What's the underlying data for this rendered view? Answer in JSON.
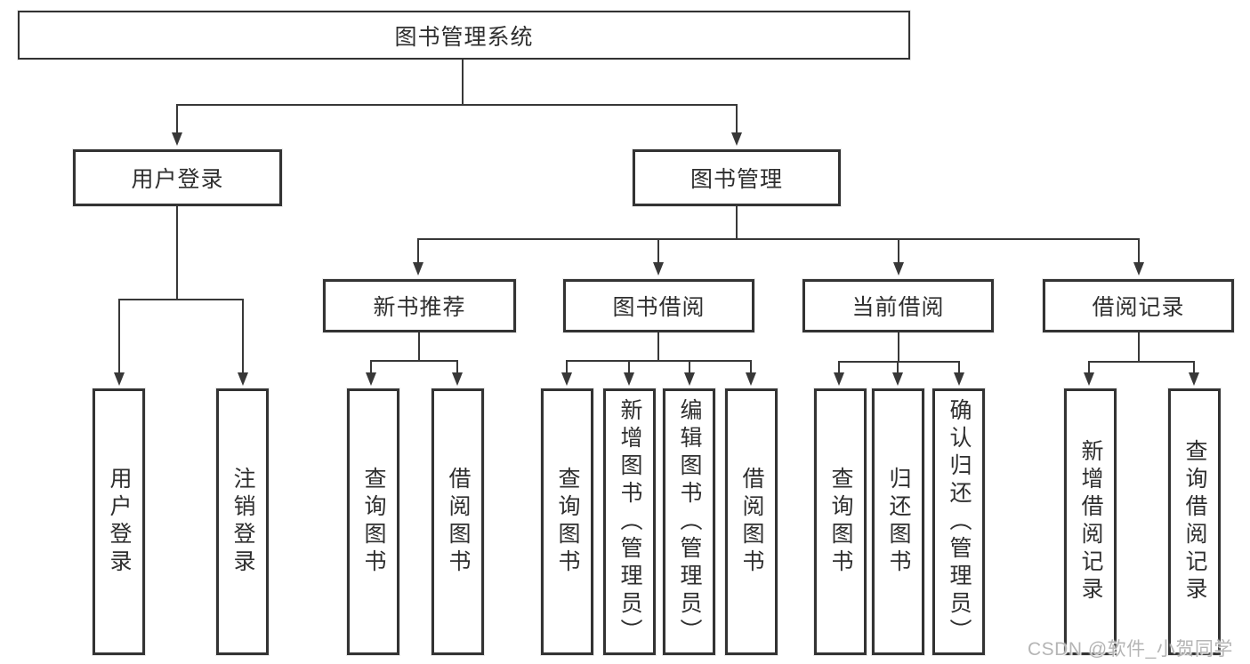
{
  "nodes": {
    "root": "图书管理系统",
    "level2": [
      "用户登录",
      "图书管理"
    ],
    "level3": [
      "新书推荐",
      "图书借阅",
      "当前借阅",
      "借阅记录"
    ],
    "leaves": {
      "user_login": [
        "用户登录",
        "注销登录"
      ],
      "new_book": [
        "查询图书",
        "借阅图书"
      ],
      "book_borrow": [
        "查询图书",
        "新增图书（管理员）",
        "编辑图书（管理员）",
        "借阅图书"
      ],
      "current_borrow": [
        "查询图书",
        "归还图书",
        "确认归还（管理员）"
      ],
      "borrow_record": [
        "新增借阅记录",
        "查询借阅记录"
      ]
    }
  },
  "watermark": "CSDN @软件_小贺同学",
  "colors": {
    "line": "#383838",
    "border": "#333333",
    "text": "#2f2f2f",
    "background": "#ffffff",
    "watermark": "#b5b5b5"
  }
}
